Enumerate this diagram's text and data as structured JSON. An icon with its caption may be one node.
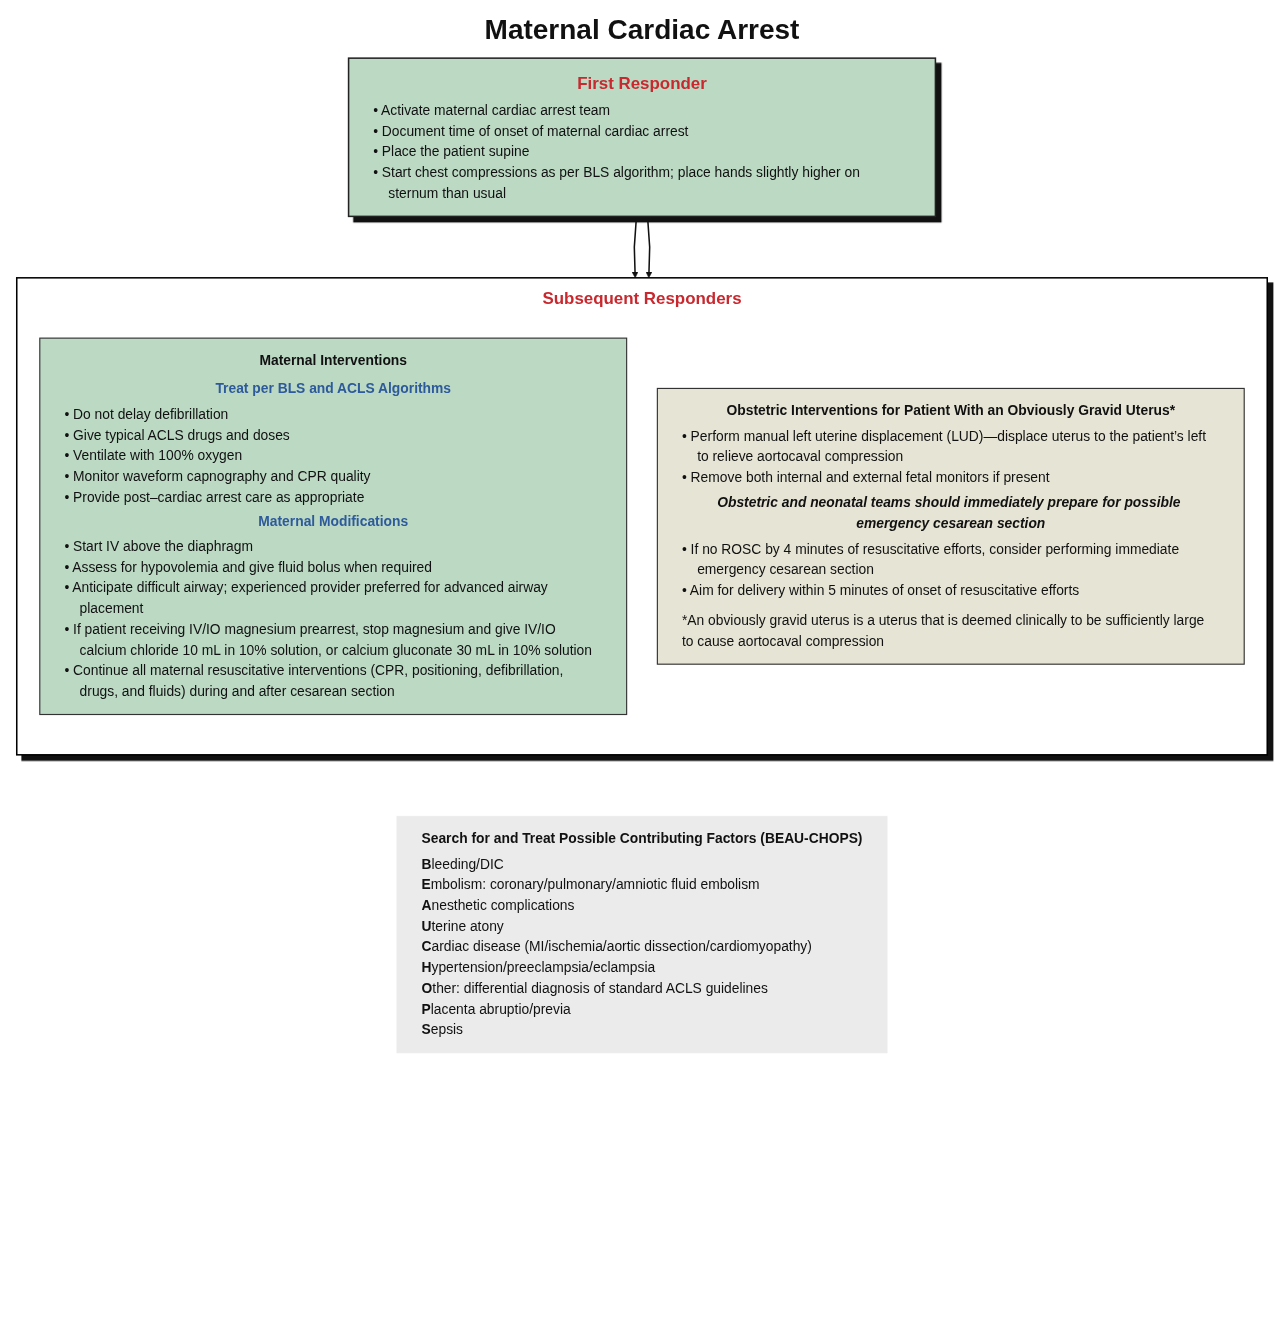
{
  "diagram": {
    "title": "Maternal Cardiac Arrest",
    "nodes": [
      {
        "text": [
          "First Responder",
          "• Activate maternal cardiac arrest team",
          "• Document time of onset of maternal cardiac arrest",
          "• Place the patient supine",
          "• Start chest compressions as per BLS algorithm; place hands slightly higher on sternum than usual"
        ]
      },
      {
        "text": [
          "Subsequent Responders"
        ]
      },
      {
        "text": [
          "Maternal Interventions",
          "Treat per BLS and ACLS Algorithms",
          "• Do not delay defibrillation",
          "• Give typical ACLS drugs and doses",
          "• Ventilate with 100% oxygen",
          "• Monitor waveform capnography and CPR quality",
          "• Provide post–cardiac arrest care as appropriate",
          "Maternal Modifications",
          "• Start IV above the diaphragm",
          "• Assess for hypovolemia and give fluid bolus when required",
          "• Anticipate difficult airway; experienced provider preferred for advanced airway placement",
          "• If patient receiving IV/IO magnesium prearrest, stop magnesium and give IV/IO calcium chloride 10 mL in 10% solution, or calcium gluconate 30 mL in 10% solution",
          "• Continue all maternal resuscitative interventions (CPR, positioning, defibrillation, drugs, and fluids) during and after cesarean section"
        ],
        "in": 1
      },
      {
        "text": [
          "Obstetric Interventions for Patient With an Obviously Gravid Uterus*",
          "• Perform manual left uterine displacement (LUD)—displace uterus to the patient’s left to relieve aortocaval compression",
          "• Remove both internal and external fetal monitors if present",
          "Obstetric and neonatal teams should immediately prepare for possible emergency cesarean section",
          "• If no ROSC by 4 minutes of resuscitative efforts, consider performing immediate emergency cesarean section",
          "• Aim for delivery within 5 minutes of onset of resuscitative efforts",
          "*An obviously gravid uterus is a uterus that is deemed clinically to be sufficiently large to cause aortocaval compression"
        ],
        "in": 1
      },
      {
        "text": [
          "Search for and Treat Possible Contributing Factors (BEAU-CHOPS)",
          "**B**leeding/DIC",
          "**E**mbolism: coronary/pulmonary/amniotic fluid embolism",
          "**A**nesthetic complications",
          "**U**terine atony",
          "**C**ardiac disease (MI/ischemia/aortic dissection/cardiomyopathy)",
          "**H**ypertension/preeclampsia/eclampsia",
          "**O**ther: differential diagnosis of standard ACLS guidelines",
          "**P**lacenta abruptio/previa",
          "**S**epsis"
        ]
      }
    ],
    "edges": [
      {
        "from": 0,
        "to": 1,
        "arrow": "to"
      },
      {
        "from": 0,
        "to": 1,
        "arrow": "to"
      }
    ]
  }
}
